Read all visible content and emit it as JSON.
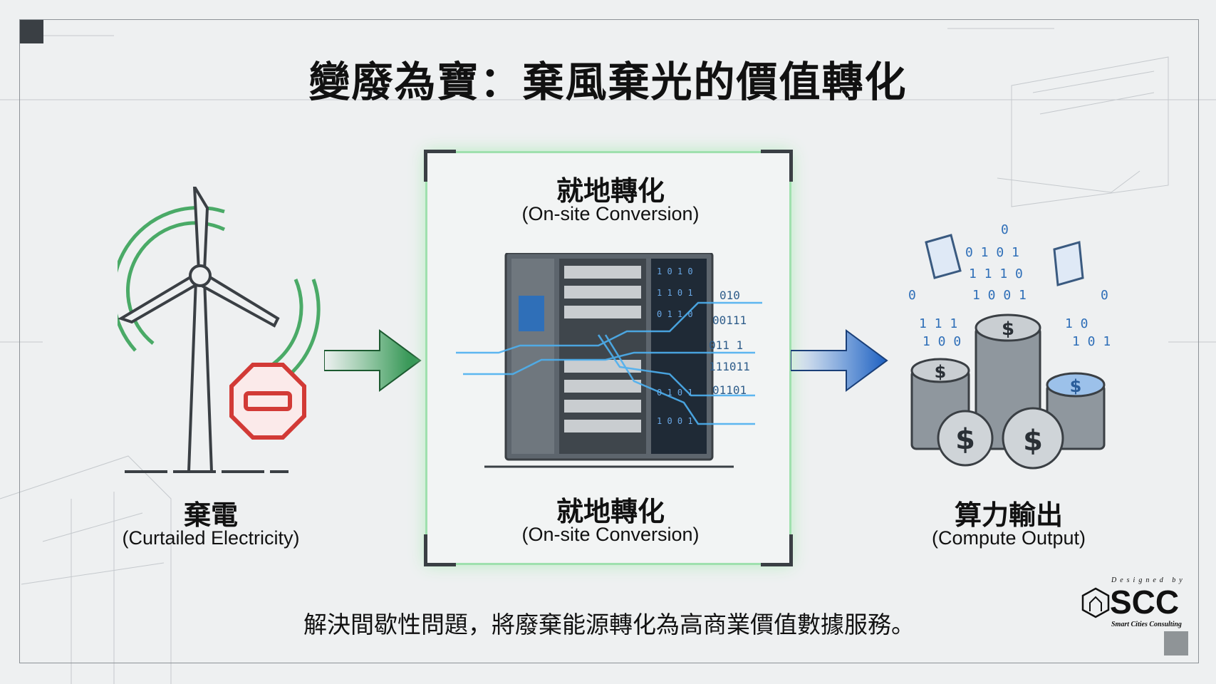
{
  "title": "變廢為寶：棄風棄光的價值轉化",
  "left": {
    "zh": "棄電",
    "en": "(Curtailed Electricity)",
    "icon": "wind-turbine-icon",
    "stop_icon": "stop-sign-icon"
  },
  "center": {
    "top_zh": "就地轉化",
    "top_en": "(On-site Conversion)",
    "bottom_zh": "就地轉化",
    "bottom_en": "(On-site Conversion)",
    "icon": "server-rack-icon"
  },
  "right": {
    "zh": "算力輸出",
    "en": "(Compute Output)",
    "icon": "coin-stack-icon"
  },
  "footer": "解決間歇性問題，將廢棄能源轉化為高商業價值數據服務。",
  "logo": {
    "designed_by": "Designed by",
    "name": "SCC",
    "tagline": "Smart Cities Consulting"
  },
  "colors": {
    "green": "#2e9e4f",
    "blue": "#2a74d6",
    "red": "#d23a36",
    "background": "#eef0f1"
  }
}
